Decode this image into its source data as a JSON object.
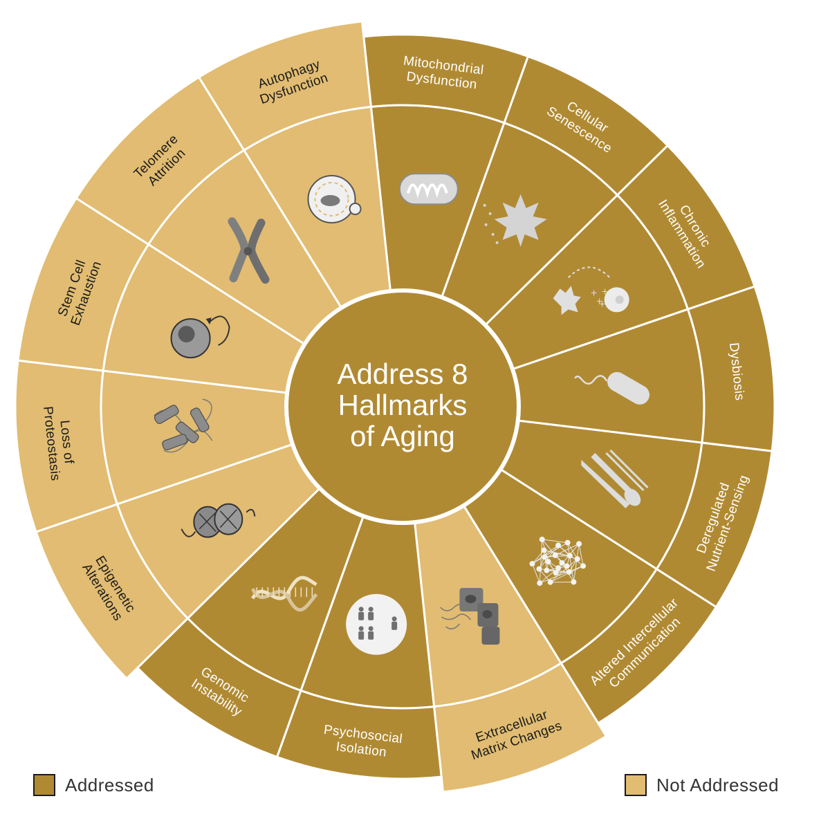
{
  "center": {
    "lines": [
      "Address 8",
      "Hallmarks",
      "of Aging"
    ]
  },
  "colors": {
    "addressed": "#b08a33",
    "not_addressed": "#e1bc72",
    "addressed_text": "#ffffff",
    "not_addressed_text": "#1a1a1a",
    "divider": "#ffffff"
  },
  "segments": [
    {
      "id": "mitochondrial-dysfunction",
      "lines": [
        "Mitochondrial",
        "Dysfunction"
      ],
      "status": "addressed",
      "icon": "mitochondrion-icon"
    },
    {
      "id": "cellular-senescence",
      "lines": [
        "Cellular",
        "Senescence"
      ],
      "status": "addressed",
      "icon": "withering-leaf-icon"
    },
    {
      "id": "chronic-inflammation",
      "lines": [
        "Chronic",
        "Inflammation"
      ],
      "status": "addressed",
      "icon": "immune-cell-icon"
    },
    {
      "id": "dysbiosis",
      "lines": [
        "Dysbiosis"
      ],
      "status": "addressed",
      "icon": "bacterium-icon"
    },
    {
      "id": "deregulated-nutrient-sensing",
      "lines": [
        "Deregulated",
        "Nutrient-Sensing"
      ],
      "status": "addressed",
      "icon": "cutlery-icon"
    },
    {
      "id": "altered-intercellular-communication",
      "lines": [
        "Altered Intercellular",
        "Communication"
      ],
      "status": "addressed",
      "icon": "cell-network-icon"
    },
    {
      "id": "extracellular-matrix-changes",
      "lines": [
        "Extracellular",
        "Matrix Changes"
      ],
      "status": "not_addressed",
      "icon": "tissue-matrix-icon"
    },
    {
      "id": "psychosocial-isolation",
      "lines": [
        "Psychosocial",
        "Isolation"
      ],
      "status": "addressed",
      "icon": "isolated-person-icon"
    },
    {
      "id": "genomic-instability",
      "lines": [
        "Genomic",
        "Instability"
      ],
      "status": "addressed",
      "icon": "dna-helix-icon"
    },
    {
      "id": "epigenetic-alterations",
      "lines": [
        "Epigenetic",
        "Alterations"
      ],
      "status": "not_addressed",
      "icon": "nucleosome-icon"
    },
    {
      "id": "loss-of-proteostasis",
      "lines": [
        "Loss of",
        "Proteostasis"
      ],
      "status": "not_addressed",
      "icon": "protein-fold-icon"
    },
    {
      "id": "stem-cell-exhaustion",
      "lines": [
        "Stem Cell",
        "Exhaustion"
      ],
      "status": "not_addressed",
      "icon": "stem-cell-icon"
    },
    {
      "id": "telomere-attrition",
      "lines": [
        "Telomere",
        "Attrition"
      ],
      "status": "not_addressed",
      "icon": "chromosome-icon"
    },
    {
      "id": "autophagy-dysfunction",
      "lines": [
        "Autophagy",
        "Dysfunction"
      ],
      "status": "not_addressed",
      "icon": "autophagosome-icon"
    }
  ],
  "legend": {
    "addressed_label": "Addressed",
    "not_addressed_label": "Not Addressed"
  }
}
